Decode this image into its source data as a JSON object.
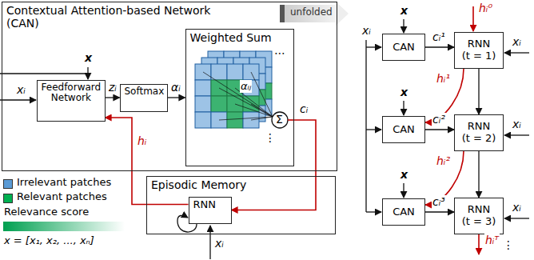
{
  "diagram": {
    "nodes": [
      {
        "text": [
          "Contextual Attention-based Network (CAN)"
        ]
      },
      {
        "text": [
          "Feedforward Network"
        ],
        "in": 0
      },
      {
        "text": [
          "Softmax"
        ],
        "in": 0
      },
      {
        "text": [
          "Weighted Sum"
        ],
        "in": 0
      },
      {
        "text": [
          "Episodic Memory"
        ]
      },
      {
        "text": [
          "RNN"
        ],
        "in": 4
      },
      {
        "text": [
          "CAN"
        ]
      },
      {
        "text": [
          "RNN (t = 1)"
        ]
      },
      {
        "text": [
          "CAN"
        ]
      },
      {
        "text": [
          "RNN (t = 2)"
        ]
      },
      {
        "text": [
          "CAN"
        ]
      },
      {
        "text": [
          "RNN (t = 3)"
        ]
      }
    ],
    "edges": [
      {
        "from": 1,
        "to": 2,
        "arrow": "to",
        "label": "zᵢ"
      },
      {
        "from": 2,
        "to": 3,
        "arrow": "to",
        "label": "αᵢ"
      },
      {
        "from": 3,
        "to": 5,
        "arrow": "to",
        "label": "cᵢ"
      },
      {
        "from": 5,
        "to": 1,
        "arrow": "to",
        "label": "hᵢ"
      },
      {
        "from": 6,
        "to": 7,
        "arrow": "to",
        "label": "cᵢ¹"
      },
      {
        "from": 7,
        "to": 8,
        "arrow": "to",
        "label": "hᵢ¹"
      },
      {
        "from": 7,
        "to": 9,
        "arrow": "to"
      },
      {
        "from": 8,
        "to": 9,
        "arrow": "to",
        "label": "cᵢ²"
      },
      {
        "from": 9,
        "to": 10,
        "arrow": "to",
        "label": "hᵢ²"
      },
      {
        "from": 9,
        "to": 11,
        "arrow": "to"
      },
      {
        "from": 10,
        "to": 11,
        "arrow": "to",
        "label": "cᵢ³"
      }
    ],
    "labels": [
      "unfolded",
      "x",
      "xᵢ",
      "αᵢⱼ",
      "⋯",
      "⋮",
      "xᵢ",
      "x = [x₁, x₂, ..., xₙ]",
      "xᵢ",
      "x",
      "x",
      "x",
      "hᵢ⁰",
      "xᵢ",
      "xᵢ",
      "xᵢ",
      "hᵢᵀ",
      "⋮",
      "Σ"
    ],
    "legend": [
      {
        "text": "Irrelevant patches",
        "color": "#5b9bd5"
      },
      {
        "text": "Relevant patches",
        "color": "#00b050"
      },
      {
        "text": "Relevance score"
      }
    ]
  }
}
